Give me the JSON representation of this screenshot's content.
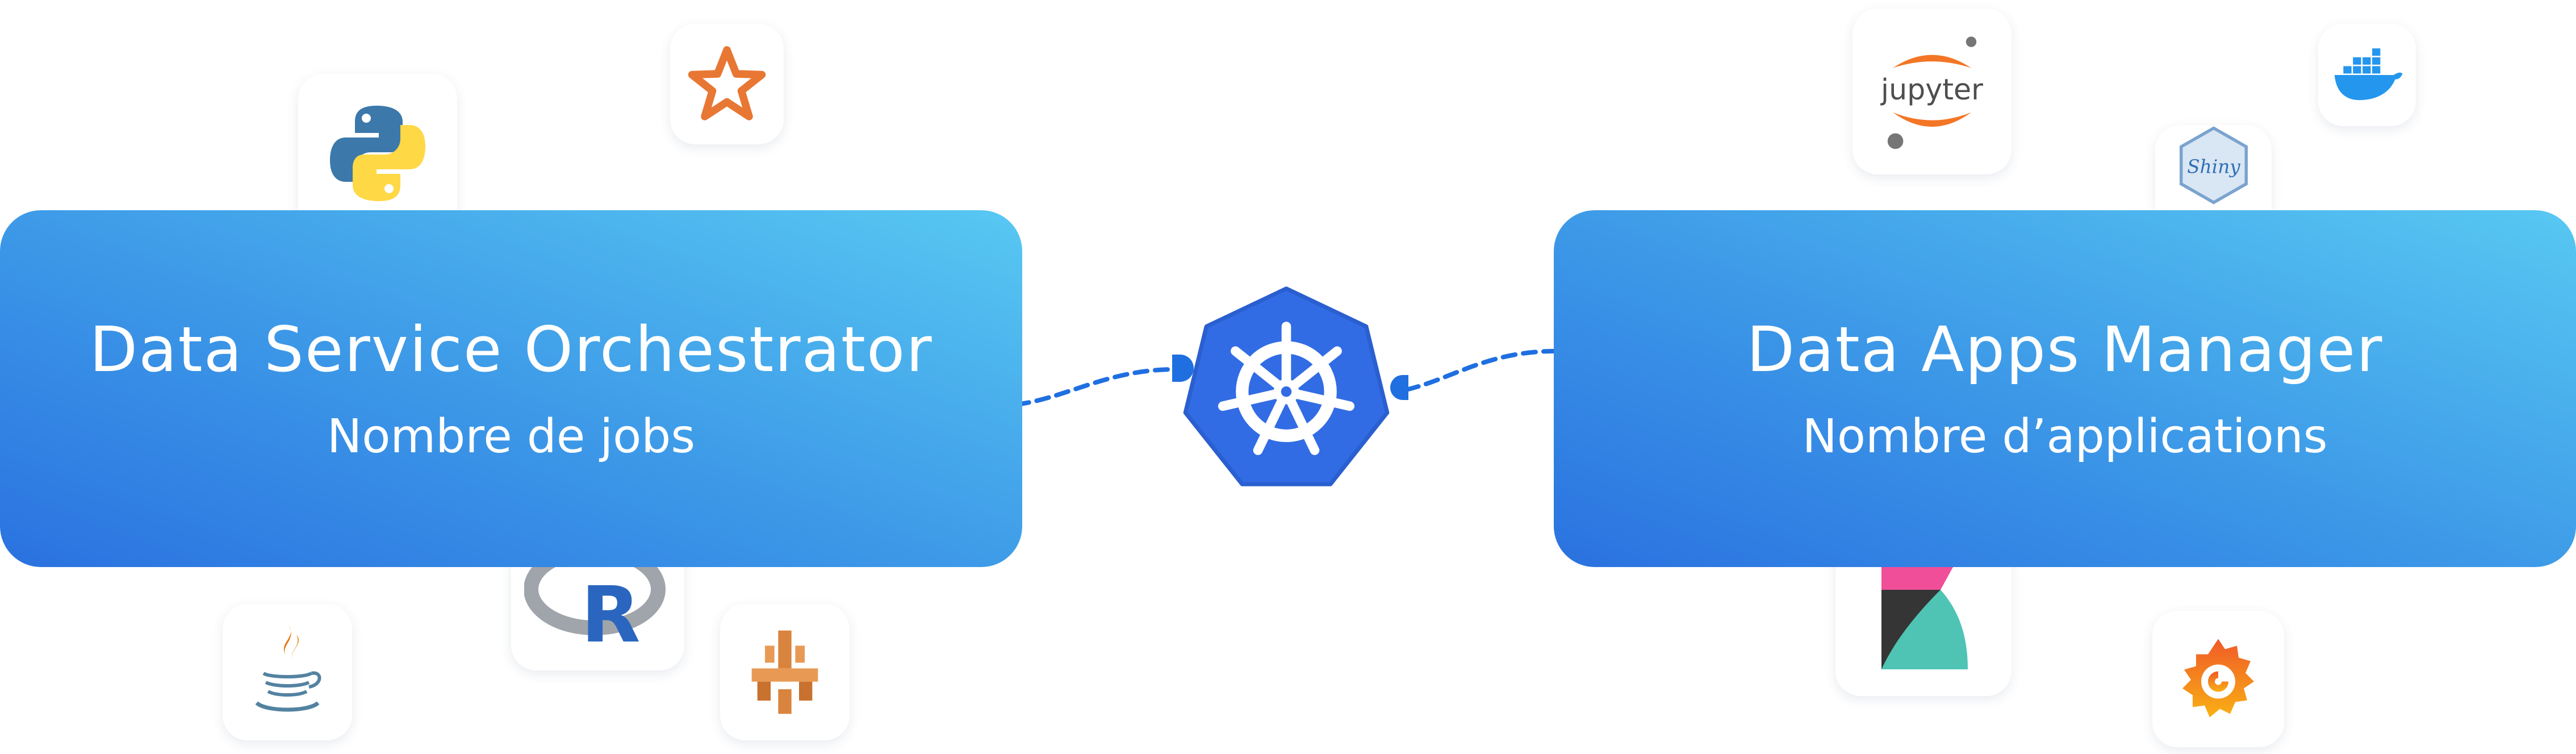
{
  "left_service": {
    "title": "Data Service Orchestrator",
    "subtitle": "Nombre de jobs"
  },
  "right_service": {
    "title": "Data Apps Manager",
    "subtitle": "Nombre d’applications"
  },
  "hub": {
    "icon": "kubernetes-icon"
  },
  "tiles": {
    "left": [
      "python-icon",
      "airflow-star-icon",
      "java-icon",
      "r-icon",
      "aws-step-functions-icon"
    ],
    "right": [
      "jupyter-icon",
      "docker-icon",
      "shiny-icon",
      "kibana-icon",
      "grafana-icon"
    ]
  },
  "jupyter_label": "jupyter",
  "shiny_label": "Shiny",
  "colors": {
    "card_gradient_start": "#2a72e0",
    "card_gradient_end": "#58c8f2",
    "connector": "#1f6fe0",
    "kubernetes": "#326ce5"
  }
}
